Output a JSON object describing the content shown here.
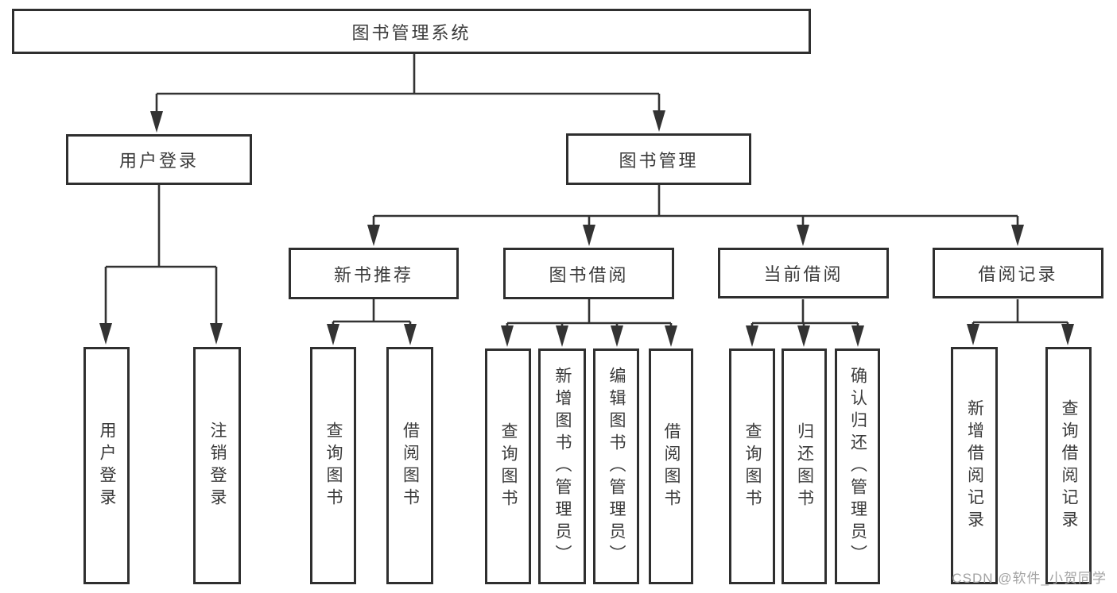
{
  "colors": {
    "line": "#333333",
    "box_border": "#2f2f2f",
    "box_fill": "#ffffff",
    "text": "#3a3a3a",
    "watermark": "#a3a3a3",
    "background": "#ffffff"
  },
  "watermark": "CSDN @软件_小贺同学",
  "nodes": {
    "root": "图书管理系统",
    "userLogin": {
      "label": "用户登录",
      "children": [
        "用户登录",
        "注销登录"
      ]
    },
    "bookMgmt": {
      "label": "图书管理",
      "children": {
        "newBookRec": {
          "label": "新书推荐",
          "children": [
            "查询图书",
            "借阅图书"
          ]
        },
        "bookBorrow": {
          "label": "图书借阅",
          "children": [
            "查询图书",
            "新增图书（管理员）",
            "编辑图书（管理员）",
            "借阅图书"
          ]
        },
        "currentBorrow": {
          "label": "当前借阅",
          "children": [
            "查询图书",
            "归还图书",
            "确认归还（管理员）"
          ]
        },
        "borrowRecords": {
          "label": "借阅记录",
          "children": [
            "新增借阅记录",
            "查询借阅记录"
          ]
        }
      }
    }
  }
}
